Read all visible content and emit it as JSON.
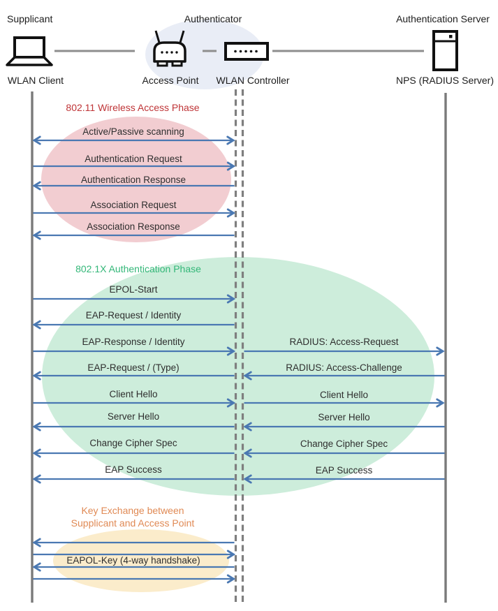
{
  "header": {
    "supplicant": "Supplicant",
    "authenticator": "Authenticator",
    "auth_server": "Authentication Server"
  },
  "devices": {
    "wlan_client": "WLAN Client",
    "access_point": "Access Point",
    "wlan_controller": "WLAN Controller",
    "nps": "NPS (RADIUS Server)"
  },
  "phases": {
    "p1": {
      "title": "802.11 Wireless Access Phase",
      "color": "#bf3437",
      "ellipse_color": "#f2cdd1"
    },
    "p2": {
      "title": "802.1X Authentication Phase",
      "color": "#33b778",
      "ellipse_color": "#cdeddb"
    },
    "p3": {
      "title_line1": "Key Exchange between",
      "title_line2": "Supplicant and Access Point",
      "color": "#e08a55",
      "ellipse_color": "#fbeccb"
    }
  },
  "sequence": {
    "client_to_ap": [
      {
        "label": "Active/Passive scanning",
        "direction": "both"
      },
      {
        "label": "Authentication Request",
        "direction": "right"
      },
      {
        "label": "Authentication Response",
        "direction": "left"
      },
      {
        "label": "Association Request",
        "direction": "right"
      },
      {
        "label": "Association Response",
        "direction": "left"
      },
      {
        "label": "EPOL-Start",
        "direction": "right"
      },
      {
        "label": "EAP-Request / Identity",
        "direction": "left"
      },
      {
        "label": "EAP-Response / Identity",
        "direction": "right"
      },
      {
        "label": "EAP-Request / (Type)",
        "direction": "left"
      },
      {
        "label": "Client Hello",
        "direction": "right"
      },
      {
        "label": "Server Hello",
        "direction": "left"
      },
      {
        "label": "Change Cipher Spec",
        "direction": "left"
      },
      {
        "label": "EAP Success",
        "direction": "left"
      }
    ],
    "ap_to_server": [
      {
        "label": "RADIUS: Access-Request",
        "direction": "right"
      },
      {
        "label": "RADIUS: Access-Challenge",
        "direction": "left"
      },
      {
        "label": "Client Hello",
        "direction": "right"
      },
      {
        "label": "Server Hello",
        "direction": "left"
      },
      {
        "label": "Change Cipher Spec",
        "direction": "left"
      },
      {
        "label": "EAP Success",
        "direction": "left"
      }
    ],
    "key_exchange": {
      "label": "EAPOL-Key (4-way handshake)",
      "arrows": [
        "left",
        "right",
        "left",
        "right"
      ]
    }
  },
  "colors": {
    "arrow": "#4a78b2",
    "lifeline": "#7a7a7a",
    "connector": "#8e8e8e",
    "icon": "#111111",
    "authenticator_ellipse": "#e9edf6"
  }
}
